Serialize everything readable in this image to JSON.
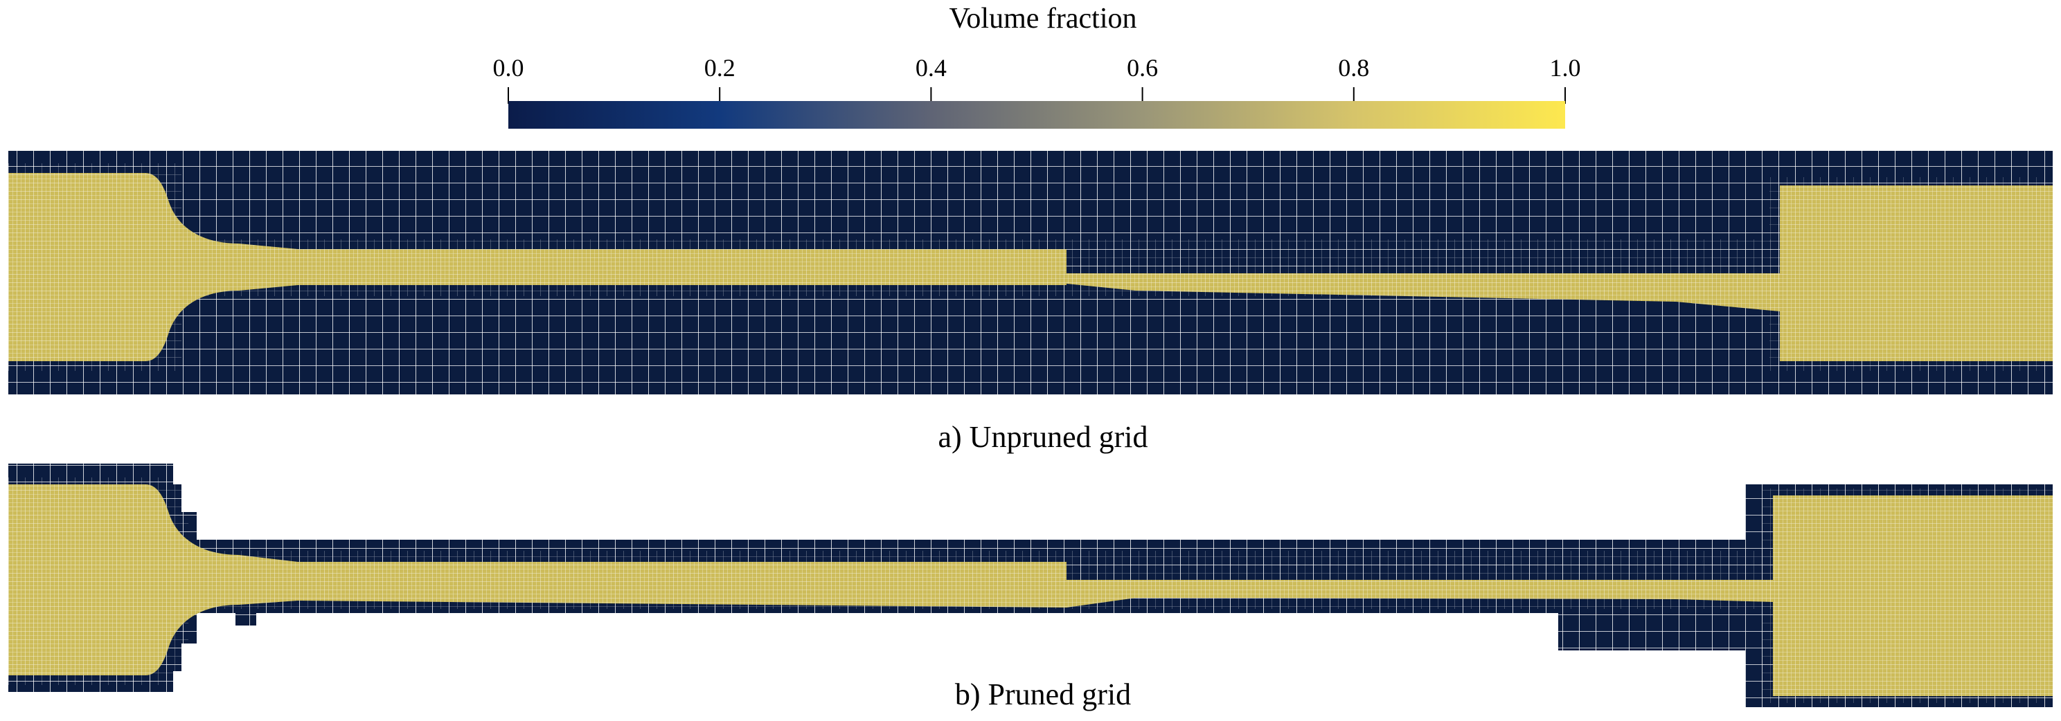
{
  "colorbar": {
    "title": "Volume fraction",
    "ticks": [
      "0.0",
      "0.2",
      "0.4",
      "0.6",
      "0.8",
      "1.0"
    ],
    "colormap": [
      "#0b1c4a",
      "#123a7e",
      "#5f6475",
      "#9a9678",
      "#d6c46a",
      "#fde84f"
    ]
  },
  "panels": [
    {
      "caption": "a) Unpruned grid",
      "variant": "unpruned"
    },
    {
      "caption": "b) Pruned grid",
      "variant": "pruned"
    }
  ],
  "colors": {
    "liquid": "#cdbc5a",
    "gas": "#0b1c3f",
    "mesh_line": "#ffffff"
  }
}
